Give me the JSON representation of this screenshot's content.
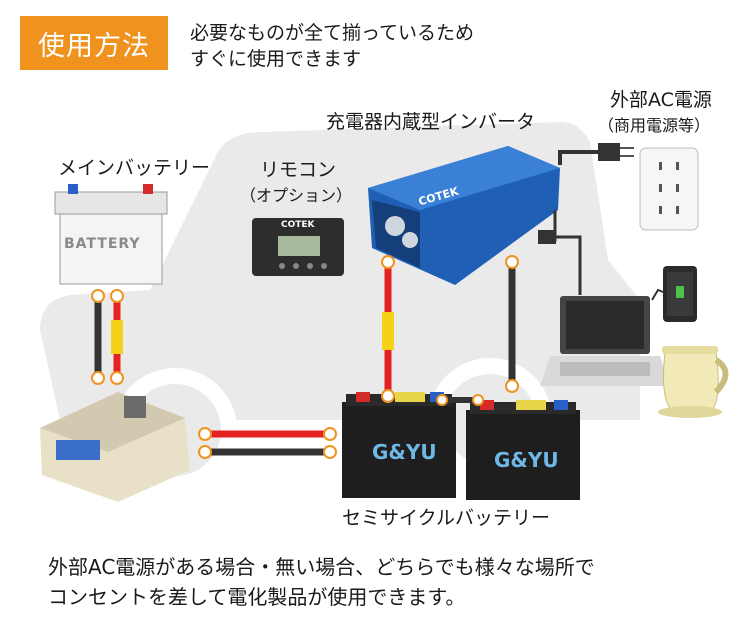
{
  "header": {
    "badge": "使用方法",
    "lead_line1": "必要なものが全て揃っているため",
    "lead_line2": "すぐに使用できます"
  },
  "labels": {
    "main_battery": "メインバッテリー",
    "remote_line1": "リモコン",
    "remote_line2": "（オプション）",
    "inverter": "充電器内蔵型インバータ",
    "ac_line1": "外部AC電源",
    "ac_line2": "（商用電源等）",
    "deep_cycle": "セミサイクルバッテリー"
  },
  "device_text": {
    "battery_face": "BATTERY",
    "inverter_brand": "COTEK",
    "remote_brand": "COTEK",
    "deep_cycle_brand": "G&YU"
  },
  "footer": {
    "line1": "外部AC電源がある場合・無い場合、どちらでも様々な場所で",
    "line2": "コンセントを差して電化製品が使用できます。"
  },
  "colors": {
    "accent": "#f0931e",
    "van": "#eaeaea",
    "inverter": "#1f5fb5",
    "cable_red": "#e52222",
    "cable_black": "#333333",
    "fuse": "#f5d117"
  }
}
